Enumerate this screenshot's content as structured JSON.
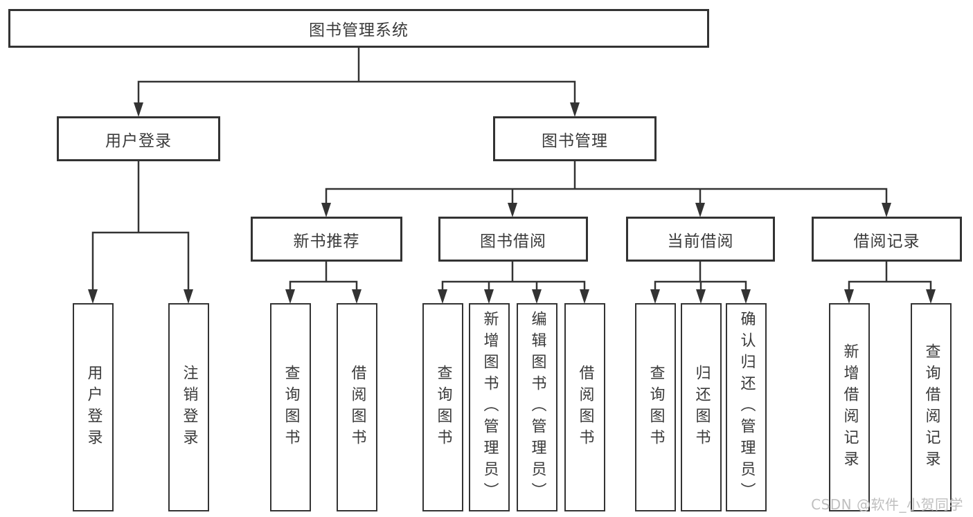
{
  "diagram_title": "图书管理系统",
  "tree": {
    "root": "图书管理系统",
    "level2": [
      {
        "label": "用户登录",
        "leaves": [
          "用户登录",
          "注销登录"
        ]
      },
      {
        "label": "图书管理",
        "groups": [
          {
            "label": "新书推荐",
            "leaves": [
              "查询图书",
              "借阅图书"
            ]
          },
          {
            "label": "图书借阅",
            "leaves": [
              "查询图书",
              "新增图书（管理员）",
              "编辑图书（管理员）",
              "借阅图书"
            ]
          },
          {
            "label": "当前借阅",
            "leaves": [
              "查询图书",
              "归还图书",
              "确认归还（管理员）"
            ]
          },
          {
            "label": "借阅记录",
            "leaves": [
              "新增借阅记录",
              "查询借阅记录"
            ]
          }
        ]
      }
    ]
  },
  "watermark": {
    "text": "CSDN @软件_小贺同学"
  },
  "colors": {
    "line": "#333333",
    "box_border": "#333333",
    "box_fill": "#ffffff",
    "text": "#3a3a3a",
    "background": "#ffffff",
    "watermark": "#bcbcbc"
  }
}
